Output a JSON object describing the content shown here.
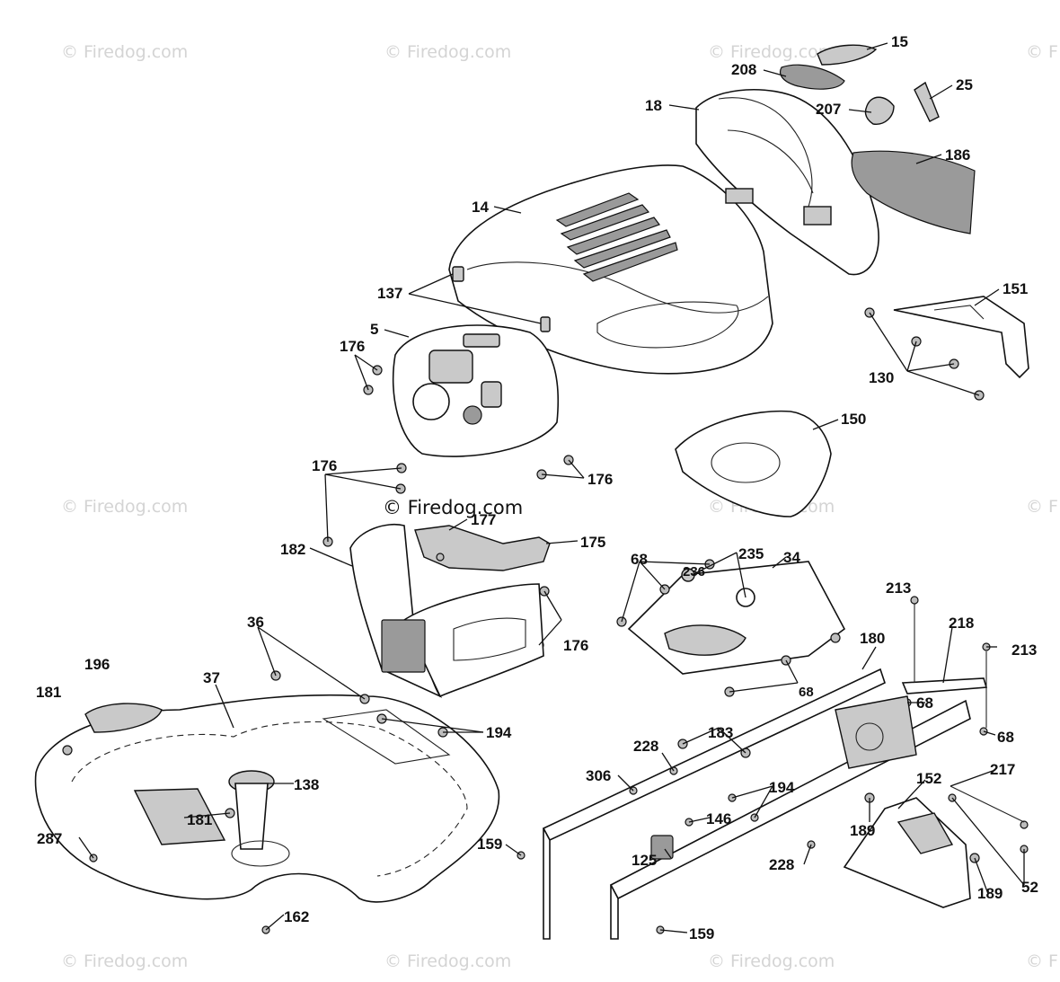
{
  "watermark": {
    "text": "© Firedog.com",
    "edge_text": "© F"
  },
  "callouts": {
    "c15": "15",
    "c208": "208",
    "c25": "25",
    "c18": "18",
    "c207": "207",
    "c186": "186",
    "c14": "14",
    "c151": "151",
    "c137": "137",
    "c5": "5",
    "c176a": "176",
    "c130": "130",
    "c150": "150",
    "c176b": "176",
    "c176c": "176",
    "c177": "177",
    "c182": "182",
    "c175": "175",
    "c68a": "68",
    "c235": "235",
    "c34": "34",
    "c236": "236",
    "c176d": "176",
    "c213a": "213",
    "c218": "218",
    "c213b": "213",
    "c180": "180",
    "c36": "36",
    "c196": "196",
    "c37": "37",
    "c181a": "181",
    "c68b": "68",
    "c68c": "68",
    "c183": "183",
    "c194a": "194",
    "c68d": "68",
    "c228a": "228",
    "c306": "306",
    "c138": "138",
    "c194b": "194",
    "c217": "217",
    "c152": "152",
    "c181b": "181",
    "c189a": "189",
    "c146": "146",
    "c287": "287",
    "c159a": "159",
    "c125": "125",
    "c228b": "228",
    "c52": "52",
    "c189b": "189",
    "c162": "162",
    "c159b": "159"
  }
}
